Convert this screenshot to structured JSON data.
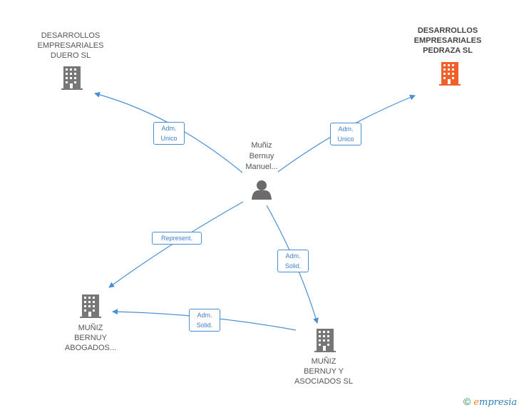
{
  "nodes": {
    "duero": {
      "name": "DESARROLLOS\nEMPRESARIALES\nDUERO SL",
      "type": "company"
    },
    "pedraza": {
      "name": "DESARROLLOS\nEMPRESARIALES\nPEDRAZA SL",
      "type": "company",
      "highlight": true
    },
    "person": {
      "name": "Muñiz\nBernuy\nManuel...",
      "type": "person"
    },
    "abogados": {
      "name": "MUÑIZ\nBERNUY\nABOGADOS...",
      "type": "company"
    },
    "asociados": {
      "name": "MUÑIZ\nBERNUY Y\nASOCIADOS SL",
      "type": "company"
    }
  },
  "edges": [
    {
      "from": "person",
      "to": "duero",
      "label": "Adm.\nUnico"
    },
    {
      "from": "person",
      "to": "pedraza",
      "label": "Adm.\nUnico"
    },
    {
      "from": "person",
      "to": "abogados",
      "label": "Represent."
    },
    {
      "from": "person",
      "to": "asociados",
      "label": "Adm.\nSolid."
    },
    {
      "from": "asociados",
      "to": "abogados",
      "label": "Adm.\nSolid."
    }
  ],
  "colors": {
    "edge": "#4a8fd6",
    "company_icon": "#777777",
    "highlight_icon": "#f0602a",
    "person_icon": "#6b6b6b"
  },
  "footer": {
    "copyright": "©",
    "brand_first": "e",
    "brand_rest": "mpresia"
  }
}
